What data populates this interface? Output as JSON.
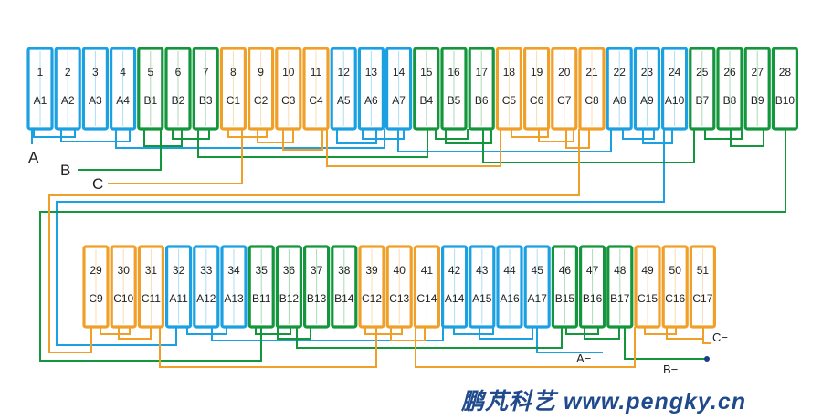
{
  "colors": {
    "A": "#1ba1e2",
    "B": "#14963c",
    "C": "#f0a028",
    "dot": "#1a3c8c"
  },
  "row1": [
    {
      "n": "1",
      "label": "A1",
      "phase": "A"
    },
    {
      "n": "2",
      "label": "A2",
      "phase": "A"
    },
    {
      "n": "3",
      "label": "A3",
      "phase": "A"
    },
    {
      "n": "4",
      "label": "A4",
      "phase": "A"
    },
    {
      "n": "5",
      "label": "B1",
      "phase": "B"
    },
    {
      "n": "6",
      "label": "B2",
      "phase": "B"
    },
    {
      "n": "7",
      "label": "B3",
      "phase": "B"
    },
    {
      "n": "8",
      "label": "C1",
      "phase": "C"
    },
    {
      "n": "9",
      "label": "C2",
      "phase": "C"
    },
    {
      "n": "10",
      "label": "C3",
      "phase": "C"
    },
    {
      "n": "11",
      "label": "C4",
      "phase": "C"
    },
    {
      "n": "12",
      "label": "A5",
      "phase": "A"
    },
    {
      "n": "13",
      "label": "A6",
      "phase": "A"
    },
    {
      "n": "14",
      "label": "A7",
      "phase": "A"
    },
    {
      "n": "15",
      "label": "B4",
      "phase": "B"
    },
    {
      "n": "16",
      "label": "B5",
      "phase": "B"
    },
    {
      "n": "17",
      "label": "B6",
      "phase": "B"
    },
    {
      "n": "18",
      "label": "C5",
      "phase": "C"
    },
    {
      "n": "19",
      "label": "C6",
      "phase": "C"
    },
    {
      "n": "20",
      "label": "C7",
      "phase": "C"
    },
    {
      "n": "21",
      "label": "C8",
      "phase": "C"
    },
    {
      "n": "22",
      "label": "A8",
      "phase": "A"
    },
    {
      "n": "23",
      "label": "A9",
      "phase": "A"
    },
    {
      "n": "24",
      "label": "A10",
      "phase": "A"
    },
    {
      "n": "25",
      "label": "B7",
      "phase": "B"
    },
    {
      "n": "26",
      "label": "B8",
      "phase": "B"
    },
    {
      "n": "27",
      "label": "B9",
      "phase": "B"
    },
    {
      "n": "28",
      "label": "B10",
      "phase": "B"
    }
  ],
  "row2": [
    {
      "n": "29",
      "label": "C9",
      "phase": "C"
    },
    {
      "n": "30",
      "label": "C10",
      "phase": "C"
    },
    {
      "n": "31",
      "label": "C11",
      "phase": "C"
    },
    {
      "n": "32",
      "label": "A11",
      "phase": "A"
    },
    {
      "n": "33",
      "label": "A12",
      "phase": "A"
    },
    {
      "n": "34",
      "label": "A13",
      "phase": "A"
    },
    {
      "n": "35",
      "label": "B11",
      "phase": "B"
    },
    {
      "n": "36",
      "label": "B12",
      "phase": "B"
    },
    {
      "n": "37",
      "label": "B13",
      "phase": "B"
    },
    {
      "n": "38",
      "label": "B14",
      "phase": "B"
    },
    {
      "n": "39",
      "label": "C12",
      "phase": "C"
    },
    {
      "n": "40",
      "label": "C13",
      "phase": "C"
    },
    {
      "n": "41",
      "label": "C14",
      "phase": "C"
    },
    {
      "n": "42",
      "label": "A14",
      "phase": "A"
    },
    {
      "n": "43",
      "label": "A15",
      "phase": "A"
    },
    {
      "n": "44",
      "label": "A16",
      "phase": "A"
    },
    {
      "n": "45",
      "label": "A17",
      "phase": "A"
    },
    {
      "n": "46",
      "label": "B15",
      "phase": "B"
    },
    {
      "n": "47",
      "label": "B16",
      "phase": "B"
    },
    {
      "n": "48",
      "label": "B17",
      "phase": "B"
    },
    {
      "n": "49",
      "label": "C15",
      "phase": "C"
    },
    {
      "n": "50",
      "label": "C16",
      "phase": "C"
    },
    {
      "n": "51",
      "label": "C17",
      "phase": "C"
    }
  ],
  "leads": {
    "a": "A",
    "b": "B",
    "c": "C",
    "a_end": "A−",
    "b_end": "B−",
    "c_end": "C−"
  },
  "watermark": "鹏芃科艺 www.pengky.cn"
}
